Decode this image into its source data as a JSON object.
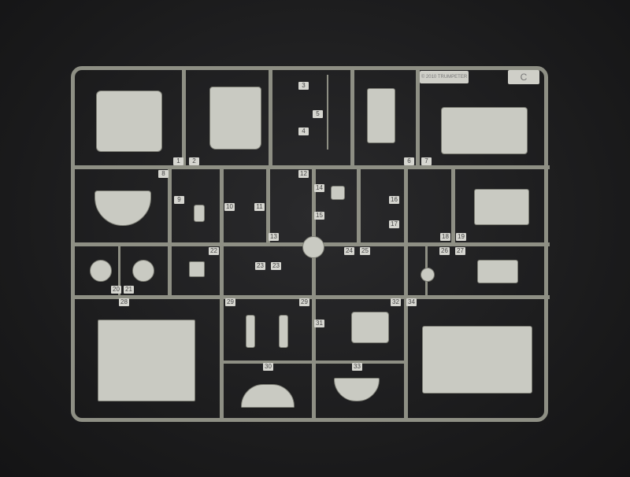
{
  "sprue": {
    "letter": "C",
    "copyright": "© 2010 TRUMPETER",
    "colors": {
      "plastic": "#c9cac2",
      "runner": "#8e8f84",
      "background": "#1c1c1e"
    }
  },
  "labels": [
    "1",
    "2",
    "3",
    "5",
    "4",
    "6",
    "7",
    "8",
    "9",
    "10",
    "11",
    "12",
    "13",
    "14",
    "15",
    "16",
    "17",
    "18",
    "19",
    "20",
    "21",
    "22",
    "23",
    "23",
    "24",
    "25",
    "26",
    "27",
    "28",
    "29",
    "29",
    "30",
    "31",
    "32",
    "33",
    "34"
  ]
}
